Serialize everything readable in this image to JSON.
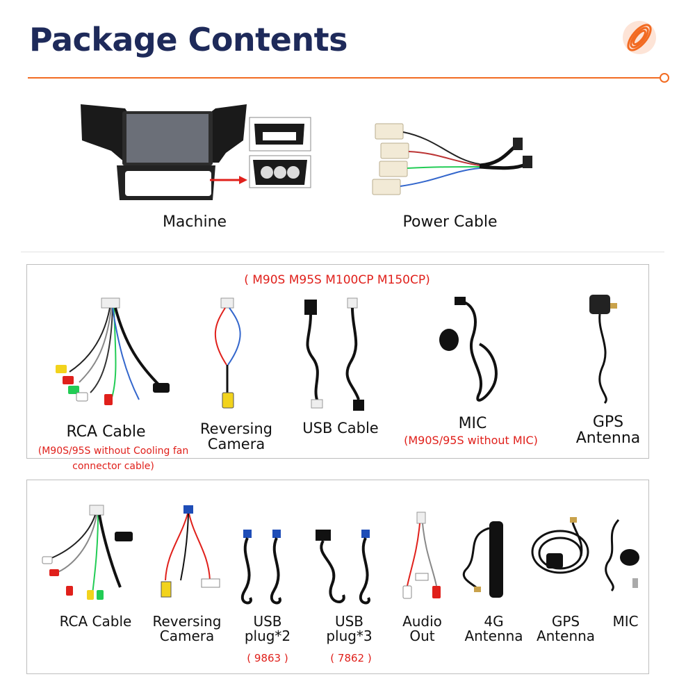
{
  "header": {
    "title": "Package Contents"
  },
  "top": {
    "machine_label": "Machine",
    "power_cable_label": "Power Cable"
  },
  "box1": {
    "models": "( M90S M95S M100CP M150CP)",
    "items": [
      {
        "label": "RCA Cable",
        "note": "(M90S/95S without Cooling fan connector cable)"
      },
      {
        "label": "Reversing Camera"
      },
      {
        "label": "USB Cable"
      },
      {
        "label": "MIC",
        "note": "(M90S/95S without MIC)"
      },
      {
        "label": "GPS Antenna"
      }
    ]
  },
  "box2": {
    "items": [
      {
        "label": "RCA Cable"
      },
      {
        "label": "Reversing Camera"
      },
      {
        "label": "USB plug*2",
        "note": "( 9863 )"
      },
      {
        "label": "USB plug*3",
        "note": "( 7862 )"
      },
      {
        "label": "Audio Out"
      },
      {
        "label": "4G Antenna"
      },
      {
        "label": "GPS Antenna"
      },
      {
        "label": "MIC"
      }
    ]
  },
  "colors": {
    "title": "#1e2a5a",
    "accent": "#f26b21",
    "note_red": "#e0201b"
  }
}
